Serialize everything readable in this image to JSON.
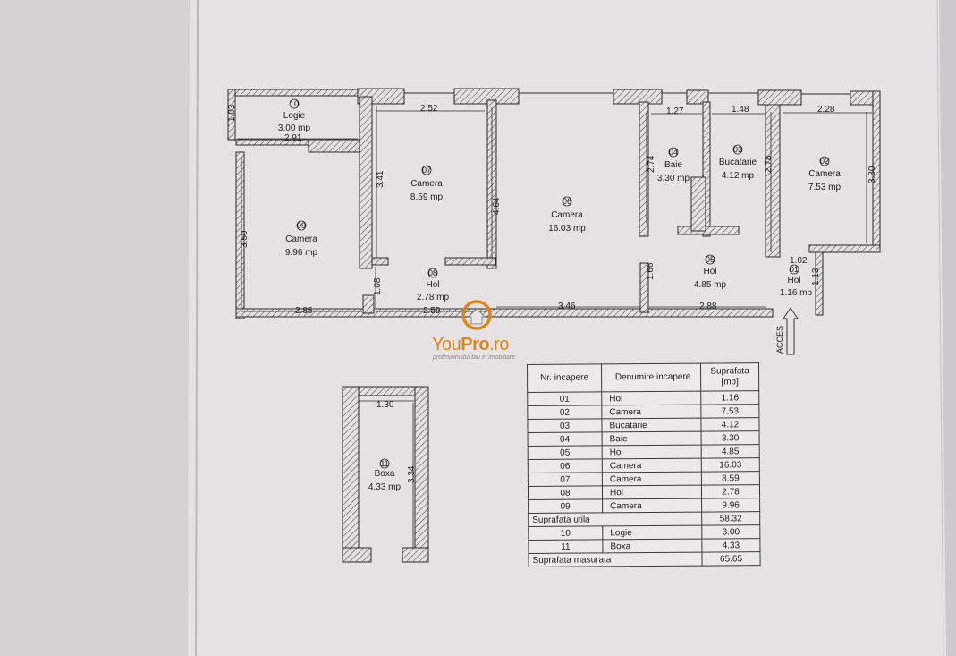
{
  "rooms": {
    "r10": {
      "num": "10",
      "name": "Logie",
      "area": "3.00 mp"
    },
    "r09": {
      "num": "09",
      "name": "Camera",
      "area": "9.96 mp"
    },
    "r07": {
      "num": "07",
      "name": "Camera",
      "area": "8.59 mp"
    },
    "r08": {
      "num": "08",
      "name": "Hol",
      "area": "2.78 mp"
    },
    "r06": {
      "num": "06",
      "name": "Camera",
      "area": "16.03 mp"
    },
    "r04": {
      "num": "04",
      "name": "Baie",
      "area": "3.30 mp"
    },
    "r03": {
      "num": "03",
      "name": "Bucatarie",
      "area": "4.12 mp"
    },
    "r02": {
      "num": "02",
      "name": "Camera",
      "area": "7.53 mp"
    },
    "r05": {
      "num": "05",
      "name": "Hol",
      "area": "4.85 mp"
    },
    "r01": {
      "num": "01",
      "name": "Hol",
      "area": "1.16 mp"
    },
    "r11": {
      "num": "11",
      "name": "Boxa",
      "area": "4.33 mp"
    }
  },
  "dimensions": {
    "d_103": "1.03",
    "d_291": "2.91",
    "d_252": "2.52",
    "d_341": "3.41",
    "d_350": "3.50",
    "d_464": "4.64",
    "d_127": "1.27",
    "d_274": "2.74",
    "d_148": "1.48",
    "d_278v": "2.78",
    "d_228": "2.28",
    "d_330": "3.30",
    "d_102": "1.02",
    "d_113": "1.13",
    "d_166": "1.66",
    "d_108": "1.08",
    "d_285": "2.85",
    "d_259": "2.59",
    "d_346": "3.46",
    "d_288": "2.88",
    "d_130": "1.30",
    "d_334": "3.34"
  },
  "acces": "ACCES",
  "logo": {
    "brand_a": "You",
    "brand_b": "Pro",
    "brand_c": ".ro",
    "tagline": "profesionistul tau in imobiliare",
    "color": "#d8871f"
  },
  "table": {
    "headers": {
      "col1": "Nr. incapere",
      "col2": "Denumire incapere",
      "col3": "Suprafata [mp]"
    },
    "rows": [
      {
        "nr": "01",
        "name": "Hol",
        "area": "1.16"
      },
      {
        "nr": "02",
        "name": "Camera",
        "area": "7.53"
      },
      {
        "nr": "03",
        "name": "Bucatarie",
        "area": "4.12"
      },
      {
        "nr": "04",
        "name": "Baie",
        "area": "3.30"
      },
      {
        "nr": "05",
        "name": "Hol",
        "area": "4.85"
      },
      {
        "nr": "06",
        "name": "Camera",
        "area": "16.03"
      },
      {
        "nr": "07",
        "name": "Camera",
        "area": "8.59"
      },
      {
        "nr": "08",
        "name": "Hol",
        "area": "2.78"
      },
      {
        "nr": "09",
        "name": "Camera",
        "area": "9.96"
      }
    ],
    "utila": {
      "label": "Suprafata utila",
      "value": "58.32"
    },
    "rows2": [
      {
        "nr": "10",
        "name": "Logie",
        "area": "3.00"
      },
      {
        "nr": "11",
        "name": "Boxa",
        "area": "4.33"
      }
    ],
    "masurata": {
      "label": "Suprafata masurata",
      "value": "65.65"
    }
  }
}
